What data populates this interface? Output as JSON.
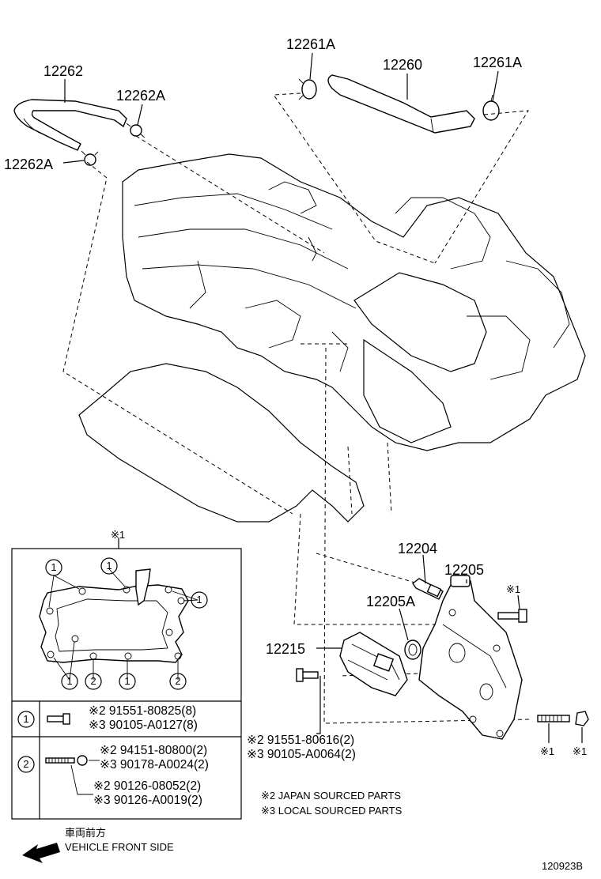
{
  "parts": {
    "p12262": "12262",
    "p12262A_top": "12262A",
    "p12262A_left": "12262A",
    "p12261A_left": "12261A",
    "p12260": "12260",
    "p12261A_right": "12261A",
    "p12204": "12204",
    "p12205": "12205",
    "p12205A": "12205A",
    "p12215": "12215"
  },
  "marks": {
    "inset_note": "※1",
    "bolt_top": "※1",
    "stud": "※1",
    "nut": "※1"
  },
  "inset": {
    "callouts_1": "1",
    "callouts_2": "2",
    "row1_index": "1",
    "row1_line1": "※2 91551-80825(8)",
    "row1_line2": "※3 90105-A0127(8)",
    "row2_index": "2",
    "row2_line1": "※2 94151-80800(2)",
    "row2_line2": "※3 90178-A0024(2)",
    "row2_line3": "※2 90126-08052(2)",
    "row2_line4": "※3 90126-A0019(2)"
  },
  "bolt_note": {
    "line1": "※2 91551-80616(2)",
    "line2": "※3 90105-A0064(2)"
  },
  "legend": {
    "japan": "※2 JAPAN SOURCED PARTS",
    "local": "※3 LOCAL SOURCED PARTS"
  },
  "direction": {
    "jp": "車両前方",
    "en": "VEHICLE FRONT SIDE"
  },
  "figure_id": "120923B"
}
